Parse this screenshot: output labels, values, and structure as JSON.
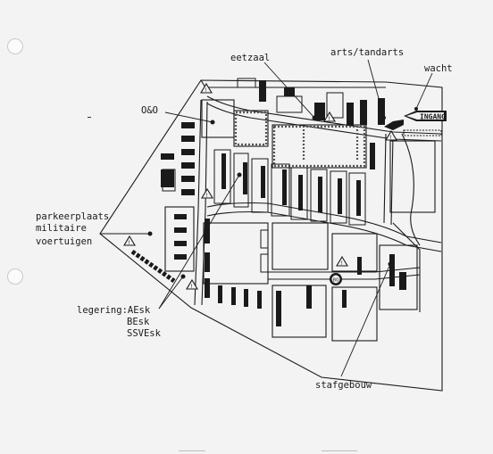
{
  "labels": {
    "eetzaal": "eetzaal",
    "arts_tandarts": "arts/tandarts",
    "wacht": "wacht",
    "oeno": "O&O",
    "parkeer_1": "parkeerplaats",
    "parkeer_2": "militaire",
    "parkeer_3": "voertuigen",
    "legering_1": "legering:AEsk",
    "legering_2": "BEsk",
    "legering_3": "SSVEsk",
    "stafgebouw": "stafgebouw",
    "ingang": "INGANG",
    "sign_80": "80"
  },
  "colors": {
    "ink": "#1a1a1a",
    "paper": "#f3f3f3"
  },
  "icons": [
    "warning-triangle-icon",
    "speed-limit-sign-icon",
    "dot-marker-icon"
  ]
}
